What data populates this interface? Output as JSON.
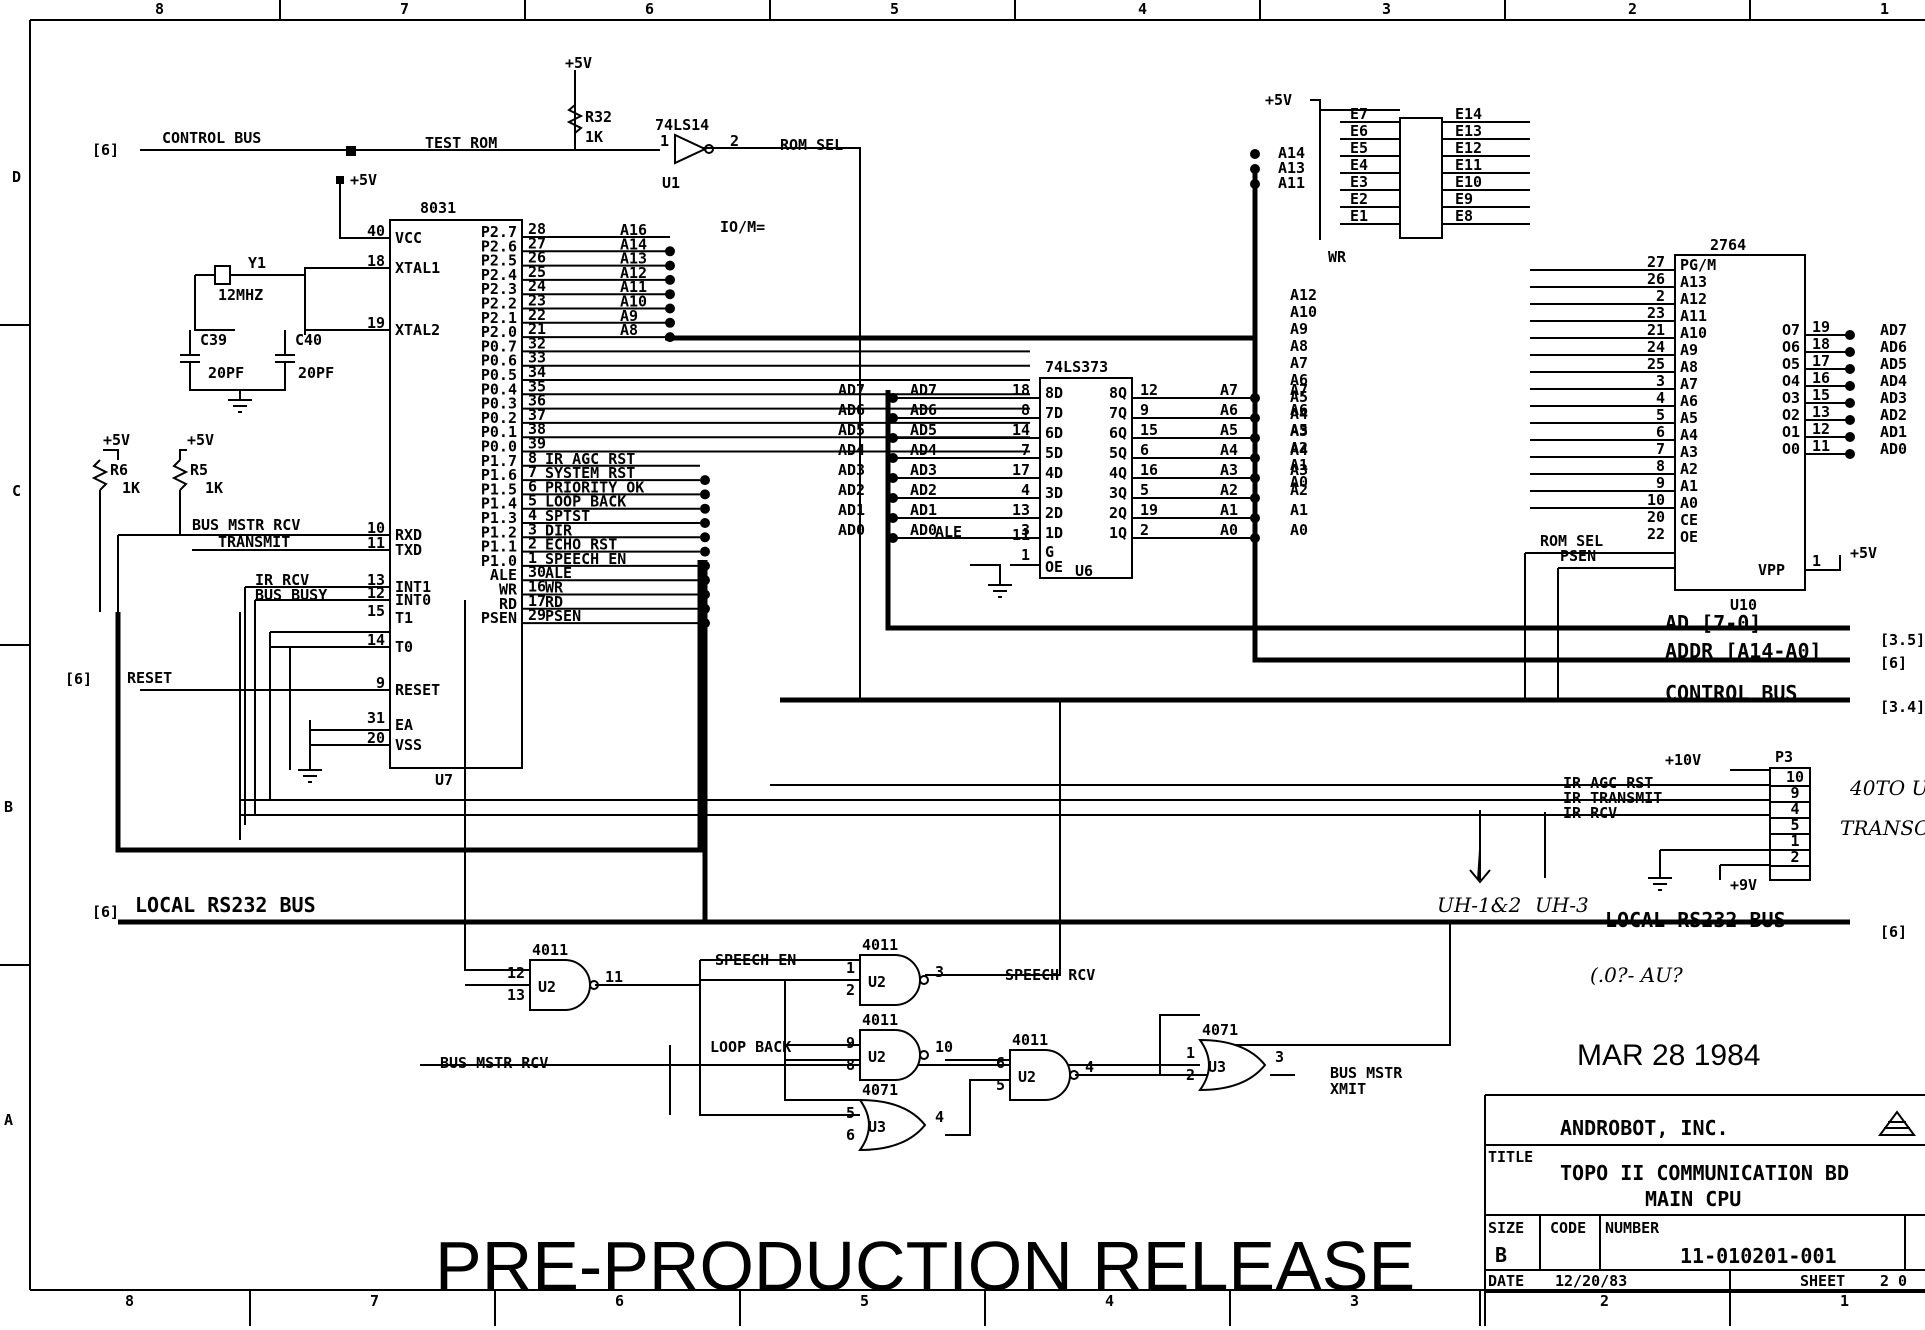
{
  "frame": {
    "top_zones": [
      "8",
      "7",
      "6",
      "5",
      "4",
      "3",
      "2",
      "1"
    ],
    "bottom_zones": [
      "8",
      "7",
      "6",
      "5",
      "4",
      "3",
      "2",
      "1"
    ],
    "side_rows": [
      "D",
      "C",
      "B",
      "A"
    ]
  },
  "parts": {
    "u7": {
      "type": "8031",
      "ref": "U7",
      "left_pins": [
        {
          "num": "40",
          "name": "VCC"
        },
        {
          "num": "18",
          "name": "XTAL1"
        },
        {
          "num": "19",
          "name": "XTAL2"
        },
        {
          "num": "10",
          "name": "RXD"
        },
        {
          "num": "11",
          "name": "TXD"
        },
        {
          "num": "13",
          "name": "INT1"
        },
        {
          "num": "12",
          "name": "INT0"
        },
        {
          "num": "15",
          "name": "T1"
        },
        {
          "num": "14",
          "name": "T0"
        },
        {
          "num": "9",
          "name": "RESET"
        },
        {
          "num": "31",
          "name": "EA"
        },
        {
          "num": "20",
          "name": "VSS"
        }
      ],
      "right_pins": [
        {
          "name": "P2.7",
          "num": "28",
          "net": "A16"
        },
        {
          "name": "P2.6",
          "num": "27",
          "net": "A14"
        },
        {
          "name": "P2.5",
          "num": "26",
          "net": "A13"
        },
        {
          "name": "P2.4",
          "num": "25",
          "net": "A12"
        },
        {
          "name": "P2.3",
          "num": "24",
          "net": "A11"
        },
        {
          "name": "P2.2",
          "num": "23",
          "net": "A10"
        },
        {
          "name": "P2.1",
          "num": "22",
          "net": "A9"
        },
        {
          "name": "P2.0",
          "num": "21",
          "net": "A8"
        },
        {
          "name": "P0.7",
          "num": "32",
          "net": ""
        },
        {
          "name": "P0.6",
          "num": "33",
          "net": ""
        },
        {
          "name": "P0.5",
          "num": "34",
          "net": ""
        },
        {
          "name": "P0.4",
          "num": "35",
          "net": ""
        },
        {
          "name": "P0.3",
          "num": "36",
          "net": ""
        },
        {
          "name": "P0.2",
          "num": "37",
          "net": ""
        },
        {
          "name": "P0.1",
          "num": "38",
          "net": ""
        },
        {
          "name": "P0.0",
          "num": "39",
          "net": ""
        },
        {
          "name": "P1.7",
          "num": "8",
          "net": "IR AGC RST"
        },
        {
          "name": "P1.6",
          "num": "7",
          "net": "SYSTEM RST"
        },
        {
          "name": "P1.5",
          "num": "6",
          "net": "PRIORITY OK"
        },
        {
          "name": "P1.4",
          "num": "5",
          "net": "LOOP BACK"
        },
        {
          "name": "P1.3",
          "num": "4",
          "net": "SPTST"
        },
        {
          "name": "P1.2",
          "num": "3",
          "net": "DIR"
        },
        {
          "name": "P1.1",
          "num": "2",
          "net": "ECHO RST"
        },
        {
          "name": "P1.0",
          "num": "1",
          "net": "SPEECH EN"
        },
        {
          "name": "ALE",
          "num": "30",
          "net": "ALE"
        },
        {
          "name": "WR",
          "num": "16",
          "net": "WR"
        },
        {
          "name": "RD",
          "num": "17",
          "net": "RD"
        },
        {
          "name": "PSEN",
          "num": "29",
          "net": "PSEN"
        }
      ]
    },
    "u6": {
      "type": "74LS373",
      "ref": "U6",
      "left_pins": [
        {
          "num": "18",
          "name": "8D"
        },
        {
          "num": "8",
          "name": "7D"
        },
        {
          "num": "14",
          "name": "6D"
        },
        {
          "num": "7",
          "name": "5D"
        },
        {
          "num": "17",
          "name": "4D"
        },
        {
          "num": "4",
          "name": "3D"
        },
        {
          "num": "13",
          "name": "2D"
        },
        {
          "num": "3",
          "name": "1D"
        }
      ],
      "right_pins": [
        {
          "num": "12",
          "name": "8Q"
        },
        {
          "num": "9",
          "name": "7Q"
        },
        {
          "num": "15",
          "name": "6Q"
        },
        {
          "num": "6",
          "name": "5Q"
        },
        {
          "num": "16",
          "name": "4Q"
        },
        {
          "num": "5",
          "name": "3Q"
        },
        {
          "num": "19",
          "name": "2Q"
        },
        {
          "num": "2",
          "name": "1Q"
        }
      ],
      "g_pin": {
        "num": "11",
        "name": "G",
        "net": "ALE"
      },
      "oe_pin": {
        "num": "1",
        "name": "OE"
      },
      "in_nets": [
        "AD7",
        "AD6",
        "AD5",
        "AD4",
        "AD3",
        "AD2",
        "AD1",
        "AD0"
      ],
      "out_nets": [
        "A7",
        "A6",
        "A5",
        "A4",
        "A3",
        "A2",
        "A1",
        "A0"
      ]
    },
    "u10": {
      "type": "2764",
      "ref": "U10",
      "left_pins": [
        {
          "num": "27",
          "name": "PG/M"
        },
        {
          "num": "26",
          "name": "A13"
        },
        {
          "num": "2",
          "name": "A12"
        },
        {
          "num": "23",
          "name": "A11"
        },
        {
          "num": "21",
          "name": "A10"
        },
        {
          "num": "24",
          "name": "A9"
        },
        {
          "num": "25",
          "name": "A8"
        },
        {
          "num": "3",
          "name": "A7"
        },
        {
          "num": "4",
          "name": "A6"
        },
        {
          "num": "5",
          "name": "A5"
        },
        {
          "num": "6",
          "name": "A4"
        },
        {
          "num": "7",
          "name": "A3"
        },
        {
          "num": "8",
          "name": "A2"
        },
        {
          "num": "9",
          "name": "A1"
        },
        {
          "num": "10",
          "name": "A0"
        },
        {
          "num": "20",
          "name": "CE"
        },
        {
          "num": "22",
          "name": "OE"
        }
      ],
      "right_pins": [
        {
          "name": "O7",
          "num": "19",
          "net": "AD7"
        },
        {
          "name": "O6",
          "num": "18",
          "net": "AD6"
        },
        {
          "name": "O5",
          "num": "17",
          "net": "AD5"
        },
        {
          "name": "O4",
          "num": "16",
          "net": "AD4"
        },
        {
          "name": "O3",
          "num": "15",
          "net": "AD3"
        },
        {
          "name": "O2",
          "num": "13",
          "net": "AD2"
        },
        {
          "name": "O1",
          "num": "12",
          "net": "AD1"
        },
        {
          "name": "O0",
          "num": "11",
          "net": "AD0"
        }
      ],
      "vpp": {
        "name": "VPP",
        "num": "1"
      },
      "ce_net": "ROM SEL",
      "oe_net": "PSEN",
      "left_nets": [
        "A12",
        "A10",
        "A9",
        "A8",
        "A7",
        "A6",
        "A5",
        "A4",
        "A3",
        "A2",
        "A1",
        "A0"
      ]
    },
    "u1": {
      "type": "74LS14",
      "ref": "U1",
      "pin_in": "1",
      "pin_out": "2"
    },
    "y1": {
      "ref": "Y1",
      "value": "12MHZ"
    },
    "c39": {
      "ref": "C39",
      "value": "20PF"
    },
    "c40": {
      "ref": "C40",
      "value": "20PF"
    },
    "r32": {
      "ref": "R32",
      "value": "1K"
    },
    "r6": {
      "ref": "R6",
      "value": "1K"
    },
    "r5": {
      "ref": "R5",
      "value": "1K"
    },
    "jumpers": {
      "left": [
        "E7",
        "E6",
        "E5",
        "E4",
        "E3",
        "E2",
        "E1"
      ],
      "right": [
        "E14",
        "E13",
        "E12",
        "E11",
        "E10",
        "E9",
        "E8"
      ],
      "left_nets": [
        "A14",
        "A13",
        "A11"
      ],
      "wr_label": "WR"
    },
    "p3": {
      "ref": "P3",
      "pins": [
        "10",
        "9",
        "4",
        "5",
        "1",
        "2"
      ],
      "nets": [
        "IR AGC RST",
        "IR TRANSMIT",
        "IR RCV"
      ],
      "supply": "+10V",
      "supply2": "+9V"
    },
    "gates": [
      {
        "ref": "U2",
        "type": "4011",
        "pins": [
          "12",
          "13",
          "11"
        ]
      },
      {
        "ref": "U2",
        "type": "4011",
        "pins": [
          "1",
          "2",
          "3"
        ]
      },
      {
        "ref": "U2",
        "type": "4011",
        "pins": [
          "9",
          "8",
          "10"
        ]
      },
      {
        "ref": "U2",
        "type": "4011",
        "pins": [
          "6",
          "5",
          "4"
        ]
      },
      {
        "ref": "U3",
        "type": "4071",
        "pins": [
          "1",
          "2",
          "3"
        ]
      },
      {
        "ref": "U3",
        "type": "4071",
        "pins": [
          "5",
          "6",
          "4"
        ]
      }
    ]
  },
  "supplies": {
    "vcc": "+5V",
    "ground": "GND"
  },
  "nets": {
    "control_bus": "CONTROL BUS",
    "test_rom": "TEST ROM",
    "rom_sel": "ROM SEL",
    "io_m": "IO/M=",
    "bus_mstr_rcv": "BUS MSTR RCV",
    "transmit": "TRANSMIT",
    "ir_rcv": "IR RCV",
    "bus_busy": "BUS BUSY",
    "reset": "RESET",
    "local_rs232": "LOCAL RS232 BUS",
    "speech_en": "SPEECH EN",
    "speech_rcv": "SPEECH RCV",
    "loop_back": "LOOP BACK",
    "bus_mstr_xmit_1": "BUS MSTR",
    "bus_mstr_xmit_2": "XMIT",
    "ad_bus": "AD [7-0]",
    "addr_bus": "ADDR [A14-A0]",
    "offsheet": [
      "[6]",
      "[6]",
      "[6]",
      "[6]",
      "[3.5]",
      "[6]",
      "[3.4]"
    ]
  },
  "annotations": {
    "hand_1": "UH-1&2",
    "hand_2": "UH-3",
    "hand_3": "40TO U",
    "hand_4": "TRANSC",
    "hand_5": "(.0?- AU?",
    "date_stamp": "MAR 28 1984",
    "release_stamp": "PRE-PRODUCTION RELEASE"
  },
  "title_block": {
    "company": "ANDROBOT, INC.",
    "title_label": "TITLE",
    "title_line1": "TOPO II   COMMUNICATION BD",
    "title_line2": "MAIN CPU",
    "size_label": "SIZE",
    "size_value": "B",
    "code_label": "CODE",
    "number_label": "NUMBER",
    "number_value": "11-010201-001",
    "date_label": "DATE",
    "date_value": "12/20/83",
    "sheet_label": "SHEET",
    "sheet_value": "2 0"
  }
}
